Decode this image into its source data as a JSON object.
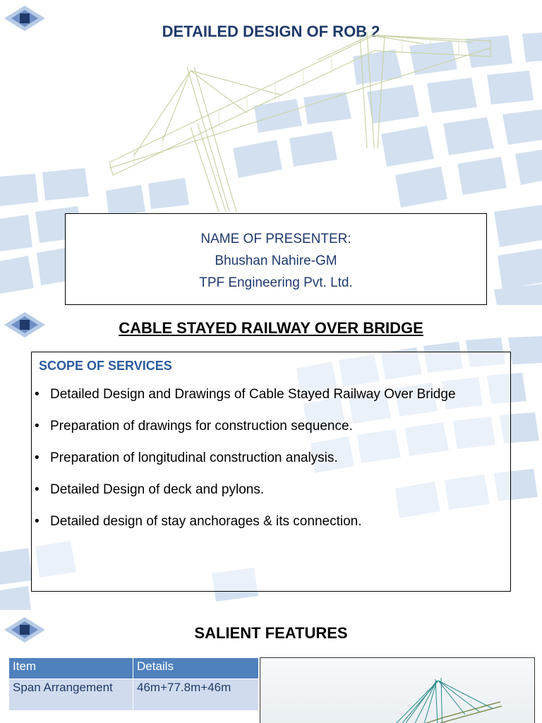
{
  "slide1": {
    "title": "DETAILED DESIGN OF ROB 2",
    "presenter_label": "NAME OF PRESENTER:",
    "presenter_name": "Bhushan Nahire-GM",
    "company": "TPF Engineering Pvt. Ltd."
  },
  "slide2": {
    "title": "CABLE STAYED RAILWAY OVER BRIDGE",
    "scope_heading": "SCOPE OF SERVICES",
    "bullets": [
      "Detailed Design and Drawings of Cable Stayed Railway Over Bridge",
      "Preparation of drawings for construction sequence.",
      "Preparation of longitudinal construction analysis.",
      "Detailed Design of deck and pylons.",
      "Detailed design of stay anchorages & its connection."
    ]
  },
  "slide3": {
    "title": "SALIENT FEATURES",
    "table": {
      "headers": [
        "Item",
        "Details"
      ],
      "rows": [
        [
          "Span Arrangement",
          "46m+77.8m+46m"
        ]
      ]
    }
  },
  "colors": {
    "title_navy": "#1f3a6b",
    "accent_blue": "#2c5aa0",
    "table_header": "#4f81bd",
    "table_row": "#d0dbee"
  },
  "icons": [
    "company-logo-icon"
  ]
}
